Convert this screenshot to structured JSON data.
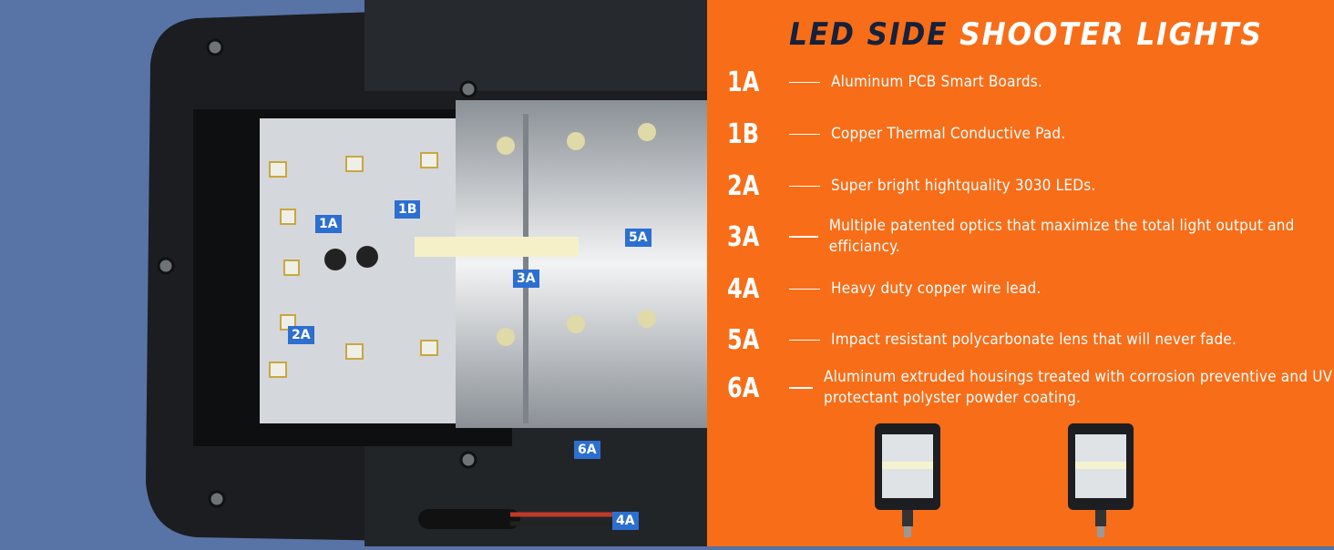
{
  "title": {
    "part1": "LED SIDE",
    "part2": "SHOOTER LIGHTS"
  },
  "features": [
    {
      "code": "1A",
      "text": "Aluminum PCB Smart Boards."
    },
    {
      "code": "1B",
      "text": "Copper Thermal Conductive Pad."
    },
    {
      "code": "2A",
      "text": "Super bright hightquality 3030 LEDs."
    },
    {
      "code": "3A",
      "text": "Multiple patented optics that maximize the total light output and efficiancy."
    },
    {
      "code": "4A",
      "text": "Heavy duty copper wire lead."
    },
    {
      "code": "5A",
      "text": "Impact resistant polycarbonate lens that will never fade."
    },
    {
      "code": "6A",
      "text": "Aluminum extruded housings treated with corrosion preventive and UV protectant polyster powder coating."
    }
  ],
  "callouts": {
    "c1a": "1A",
    "c1b": "1B",
    "c2a": "2A",
    "c3a": "3A",
    "c4a": "4A",
    "c5a": "5A",
    "c6a": "6A"
  },
  "colors": {
    "background_blue": "#5873a6",
    "panel_orange": "#f86d18",
    "title_dark": "#16213a",
    "badge_blue": "#2d6fd1"
  }
}
